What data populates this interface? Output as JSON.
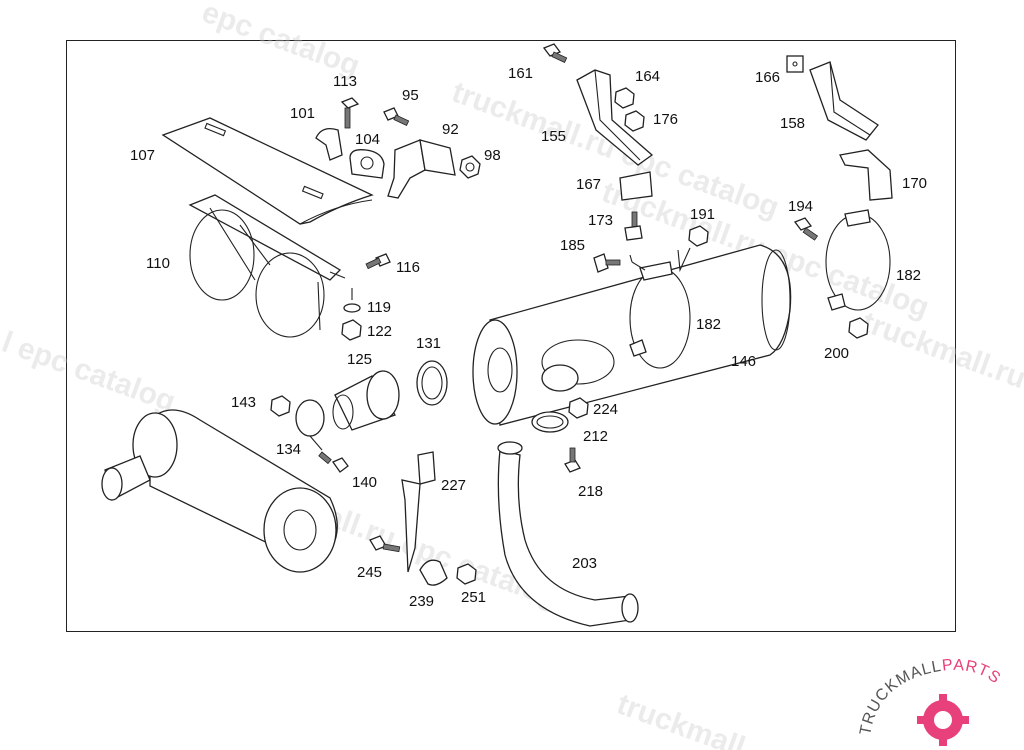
{
  "watermark": {
    "text": "truckmall.ru epc catalog",
    "fragments": [
      "epc catalog",
      "truckmall.ru epc catalog",
      "l epc catalog",
      "truckmall.ru epc catalog",
      "truckmall.ru epc catalog",
      "truckmall.ru e",
      "truckmall"
    ]
  },
  "logo": {
    "text_a": "TRUCKMALL",
    "text_b": "PARTS",
    "color_a": "#555555",
    "color_b": "#e8407a"
  },
  "callouts": [
    "113",
    "101",
    "95",
    "104",
    "92",
    "98",
    "107",
    "110",
    "116",
    "119",
    "122",
    "125",
    "131",
    "143",
    "134",
    "140",
    "227",
    "245",
    "239",
    "251",
    "161",
    "164",
    "176",
    "155",
    "167",
    "173",
    "191",
    "185",
    "182",
    "146",
    "224",
    "212",
    "218",
    "203",
    "166",
    "158",
    "170",
    "194",
    "182",
    "200"
  ]
}
